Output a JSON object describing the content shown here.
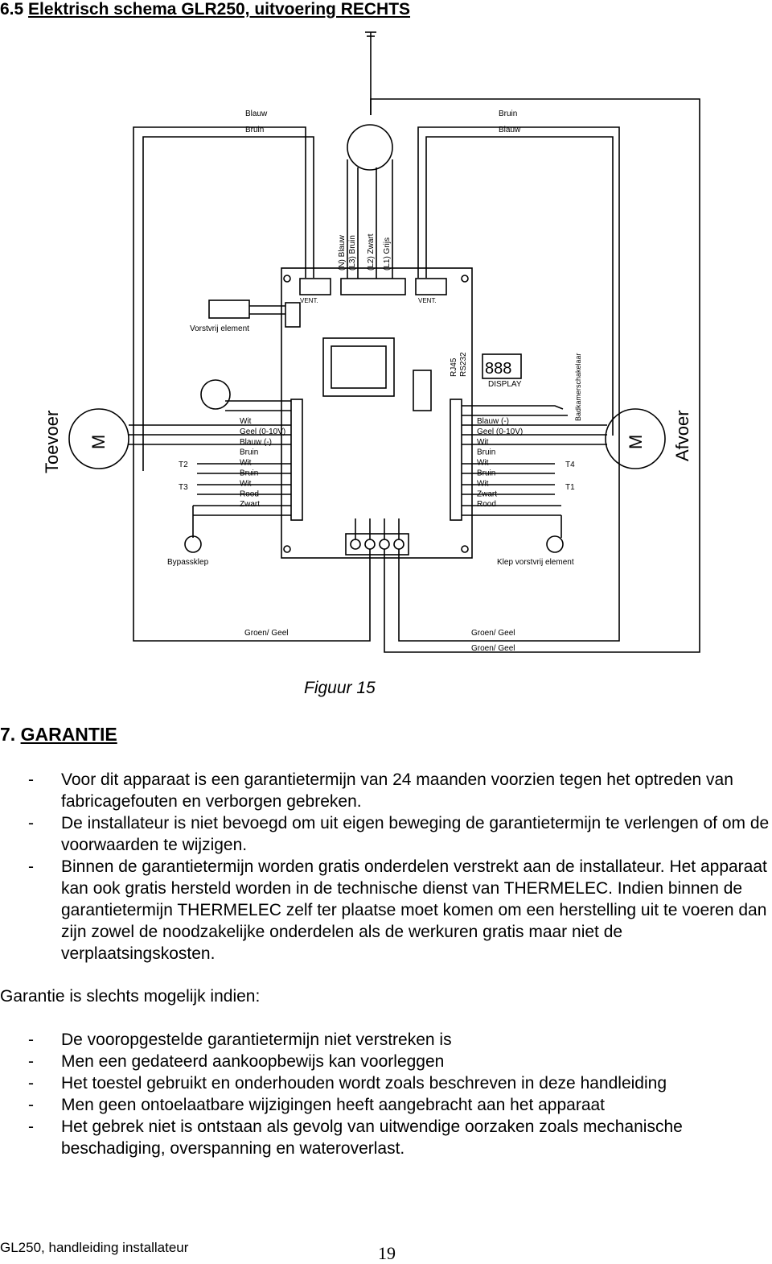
{
  "header": {
    "section_number": "6.5",
    "section_title": "Elektrisch schema GLR250, uitvoering RECHTS"
  },
  "diagram": {
    "wire_labels": {
      "top_left_blauw": "Blauw",
      "top_left_bruin": "Bruin",
      "top_right_bruin": "Bruin",
      "top_right_blauw": "Blauw",
      "plug_n": "(N) Blauw",
      "plug_l3": "(L3) Bruin",
      "plug_l2": "(L2) Zwart",
      "plug_l1": "(L1) Grijs",
      "vent_left": "VENT.",
      "vent_right": "VENT.",
      "vorstvrij": "Vorstvrij element",
      "toevoer": "Toevoer",
      "afvoer": "Afvoer",
      "motor": "M",
      "rj45": "RJ45",
      "rs232": "RS232",
      "display_digits": "888",
      "display": "DISPLAY",
      "bedkamer": "Badkamerschakelaar",
      "left_terminals": [
        "Wit",
        "Geel (0-10V)",
        "Blauw (-)",
        "Bruin",
        "Wit",
        "Bruin",
        "Wit",
        "Rood",
        "Zwart"
      ],
      "right_terminals": [
        "Blauw (-)",
        "Geel (0-10V)",
        "Wit",
        "Bruin",
        "Wit",
        "Bruin",
        "Wit",
        "Zwart",
        "Rood"
      ],
      "t2": "T2",
      "t3": "T3",
      "t4": "T4",
      "t1": "T1",
      "bypassklep": "Bypassklep",
      "klep": "Klep vorstvrij element",
      "groen_geel_1": "Groen/ Geel",
      "groen_geel_2": "Groen/ Geel",
      "groen_geel_3": "Groen/ Geel"
    }
  },
  "figure_caption": "Figuur 15",
  "garantie": {
    "number": "7.",
    "title": "GARANTIE",
    "bullets": [
      "Voor dit apparaat is een garantietermijn van 24 maanden voorzien tegen het optreden van fabricagefouten en verborgen gebreken.",
      "De installateur is niet bevoegd om uit eigen beweging de garantietermijn te verlengen of om de voorwaarden te wijzigen.",
      "Binnen de garantietermijn worden gratis onderdelen verstrekt aan de installateur. Het apparaat kan ook gratis hersteld worden in de technische dienst van THERMELEC. Indien binnen de garantietermijn THERMELEC zelf ter plaatse moet komen om een herstelling uit te voeren dan zijn zowel de noodzakelijke onderdelen als de werkuren gratis maar niet de verplaatsingskosten."
    ],
    "condition_intro": "Garantie is slechts mogelijk indien:",
    "conditions": [
      "De vooropgestelde garantietermijn niet verstreken is",
      "Men een gedateerd aankoopbewijs kan voorleggen",
      "Het toestel gebruikt en onderhouden wordt zoals beschreven in deze handleiding",
      "Men geen ontoelaatbare wijzigingen heeft aangebracht aan het apparaat",
      "Het gebrek niet is ontstaan als gevolg van uitwendige oorzaken zoals mechanische beschadiging, overspanning en wateroverlast."
    ],
    "dash": "-"
  },
  "footer": {
    "left": "GL250, handleiding installateur",
    "page": "19"
  }
}
